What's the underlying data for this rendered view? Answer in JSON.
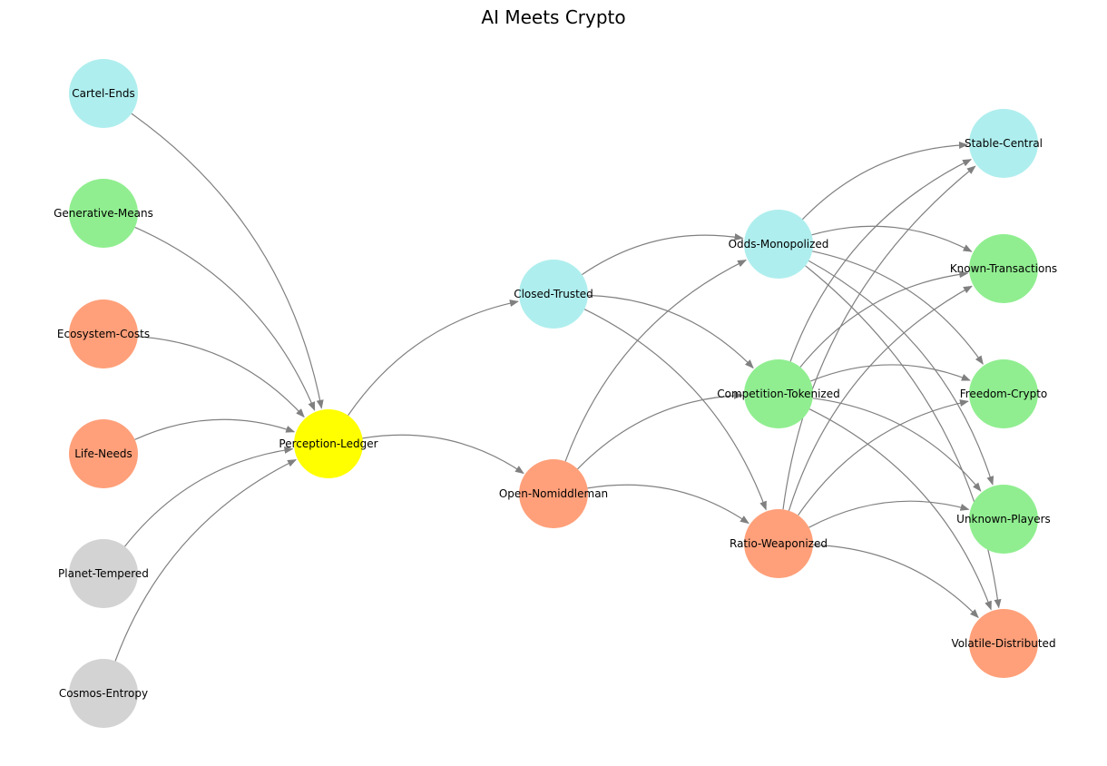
{
  "title": "AI Meets Crypto",
  "colors": {
    "gray": "#d3d3d3",
    "salmon": "#ffa07a",
    "green": "#90ee90",
    "cyan": "#afeeee",
    "yellow": "#ffff00",
    "edge": "#808080"
  },
  "nodes": [
    {
      "id": "cosmos-entropy",
      "label": "Cosmos-Entropy",
      "color": "gray"
    },
    {
      "id": "planet-tempered",
      "label": "Planet-Tempered",
      "color": "gray"
    },
    {
      "id": "life-needs",
      "label": "Life-Needs",
      "color": "salmon"
    },
    {
      "id": "ecosystem-costs",
      "label": "Ecosystem-Costs",
      "color": "salmon"
    },
    {
      "id": "generative-means",
      "label": "Generative-Means",
      "color": "green"
    },
    {
      "id": "cartel-ends",
      "label": "Cartel-Ends",
      "color": "cyan"
    },
    {
      "id": "perception-ledger",
      "label": "Perception-Ledger",
      "color": "yellow"
    },
    {
      "id": "open-nomiddleman",
      "label": "Open-Nomiddleman",
      "color": "salmon"
    },
    {
      "id": "closed-trusted",
      "label": "Closed-Trusted",
      "color": "cyan"
    },
    {
      "id": "ratio-weaponized",
      "label": "Ratio-Weaponized",
      "color": "salmon"
    },
    {
      "id": "competition-tokenized",
      "label": "Competition-Tokenized",
      "color": "green"
    },
    {
      "id": "odds-monopolized",
      "label": "Odds-Monopolized",
      "color": "cyan"
    },
    {
      "id": "volatile-distributed",
      "label": "Volatile-Distributed",
      "color": "salmon"
    },
    {
      "id": "unknown-players",
      "label": "Unknown-Players",
      "color": "green"
    },
    {
      "id": "freedom-crypto",
      "label": "Freedom-Crypto",
      "color": "green"
    },
    {
      "id": "known-transactions",
      "label": "Known-Transactions",
      "color": "green"
    },
    {
      "id": "stable-central",
      "label": "Stable-Central",
      "color": "cyan"
    }
  ],
  "edges": [
    [
      "cosmos-entropy",
      "perception-ledger"
    ],
    [
      "planet-tempered",
      "perception-ledger"
    ],
    [
      "life-needs",
      "perception-ledger"
    ],
    [
      "ecosystem-costs",
      "perception-ledger"
    ],
    [
      "generative-means",
      "perception-ledger"
    ],
    [
      "cartel-ends",
      "perception-ledger"
    ],
    [
      "perception-ledger",
      "open-nomiddleman"
    ],
    [
      "perception-ledger",
      "closed-trusted"
    ],
    [
      "open-nomiddleman",
      "ratio-weaponized"
    ],
    [
      "open-nomiddleman",
      "competition-tokenized"
    ],
    [
      "open-nomiddleman",
      "odds-monopolized"
    ],
    [
      "closed-trusted",
      "ratio-weaponized"
    ],
    [
      "closed-trusted",
      "competition-tokenized"
    ],
    [
      "closed-trusted",
      "odds-monopolized"
    ],
    [
      "ratio-weaponized",
      "volatile-distributed"
    ],
    [
      "ratio-weaponized",
      "unknown-players"
    ],
    [
      "ratio-weaponized",
      "freedom-crypto"
    ],
    [
      "ratio-weaponized",
      "known-transactions"
    ],
    [
      "ratio-weaponized",
      "stable-central"
    ],
    [
      "competition-tokenized",
      "volatile-distributed"
    ],
    [
      "competition-tokenized",
      "unknown-players"
    ],
    [
      "competition-tokenized",
      "freedom-crypto"
    ],
    [
      "competition-tokenized",
      "known-transactions"
    ],
    [
      "competition-tokenized",
      "stable-central"
    ],
    [
      "odds-monopolized",
      "volatile-distributed"
    ],
    [
      "odds-monopolized",
      "unknown-players"
    ],
    [
      "odds-monopolized",
      "freedom-crypto"
    ],
    [
      "odds-monopolized",
      "known-transactions"
    ],
    [
      "odds-monopolized",
      "stable-central"
    ]
  ]
}
